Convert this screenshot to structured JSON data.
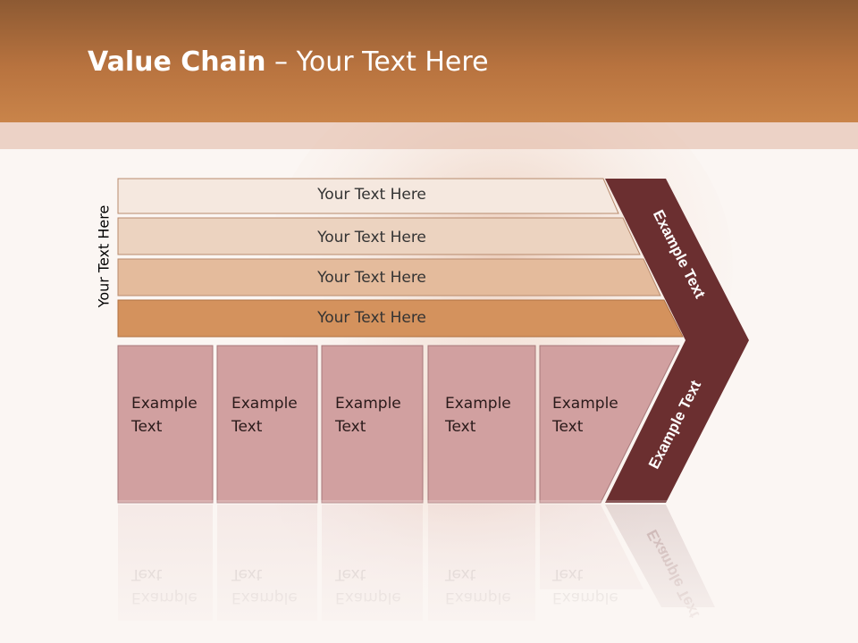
{
  "slide": {
    "title_bold": "Value Chain",
    "title_rest": " – Your Text Here",
    "side_label": "Your Text Here"
  },
  "rows": [
    {
      "label": "Your Text Here",
      "color": "#f5e8df"
    },
    {
      "label": "Your Text Here",
      "color": "#ecd3c0"
    },
    {
      "label": "Your Text Here",
      "color": "#e4bb9c"
    },
    {
      "label": "Your Text Here",
      "color": "#d4925d"
    }
  ],
  "boxes": [
    {
      "line1": "Example",
      "line2": "Text"
    },
    {
      "line1": "Example",
      "line2": "Text"
    },
    {
      "line1": "Example",
      "line2": "Text"
    },
    {
      "line1": "Example",
      "line2": "Text"
    },
    {
      "line1": "Example",
      "line2": "Text"
    }
  ],
  "chevron": {
    "top_label": "Example Text",
    "bottom_label": "Example Text",
    "color": "#6b2f30"
  },
  "colors": {
    "header": "#b8733f",
    "box_fill": "#d1a0a0",
    "box_stroke": "#a8787a"
  }
}
